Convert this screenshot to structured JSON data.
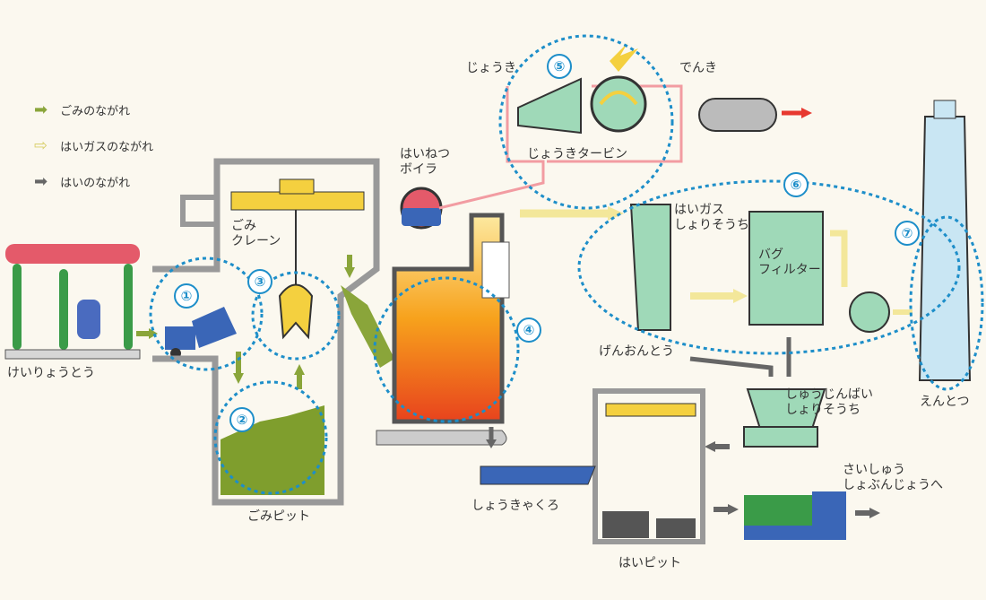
{
  "legend": [
    {
      "label": "ごみのながれ",
      "icon": "green-arrow-icon",
      "color": "#8aa53a"
    },
    {
      "label": "はいガスのながれ",
      "icon": "yellow-outline-arrow-icon",
      "color": "#f3e79a"
    },
    {
      "label": "はいのながれ",
      "icon": "gray-arrow-icon",
      "color": "#666666"
    }
  ],
  "labels": {
    "keiryoutou": "けいりょうとう",
    "gomi_crane": "ごみ\nクレーン",
    "gomi_pit": "ごみピット",
    "hainetsu_boiler": "はいねつ\nボイラ",
    "jouki_in": "じょうき",
    "denki": "でんき",
    "jouki_turbine": "じょうきタービン",
    "haigas_shori": "はいガス\nしょりそうち",
    "bag_filter": "バグ\nフィルター",
    "genondou": "げんおんとう",
    "entotsu": "えんとつ",
    "shujin_hai": "しゅうじんばい\nしょりそうち",
    "shoukyakuro": "しょうきゃくろ",
    "hai_pit": "はいピット",
    "saishu": "さいしゅう\nしょぶんじょうへ"
  },
  "numbers": [
    "①",
    "②",
    "③",
    "④",
    "⑤",
    "⑥",
    "⑦"
  ],
  "colors": {
    "gomi_flow": "#8aa53a",
    "gas_flow": "#f3e79a",
    "ash_flow": "#666666",
    "number_circle": "#1d8ec9",
    "equipment": "#9fd9b8",
    "crane": "#f4d03f",
    "chimney": "#c9e6f3"
  }
}
